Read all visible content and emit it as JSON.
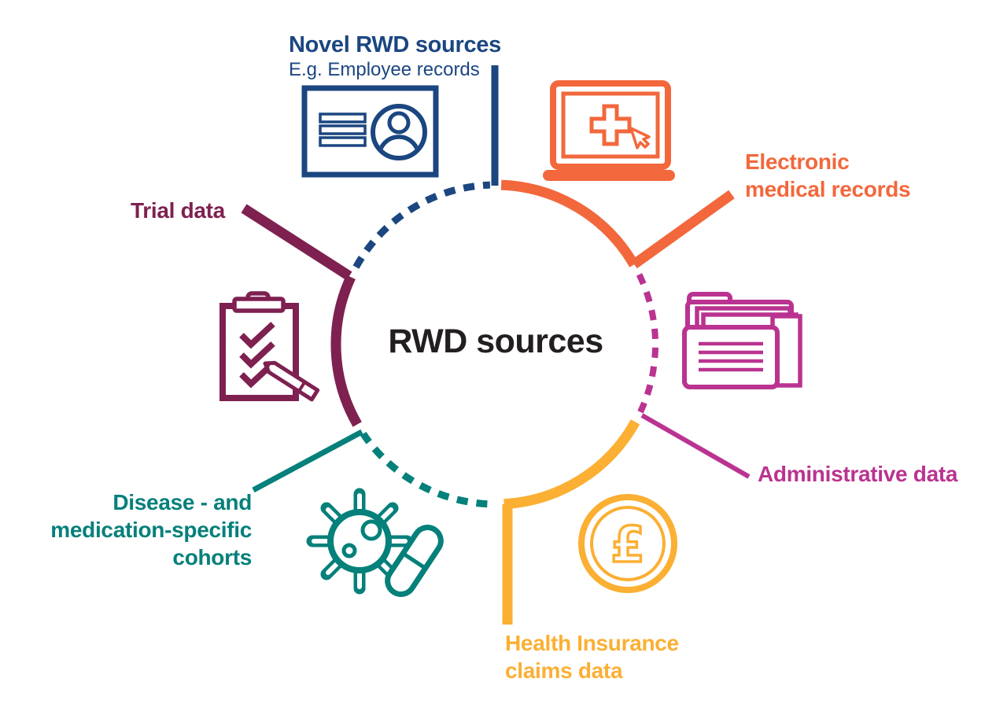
{
  "center": {
    "label": "RWD sources"
  },
  "colors": {
    "navy": "#1B4680",
    "orange": "#F2683C",
    "magenta": "#BA3390",
    "yellow": "#FBAF33",
    "teal": "#05807A",
    "maroon": "#7E2150",
    "ink": "#231F20",
    "background": "#FFFFFF"
  },
  "sources": [
    {
      "id": "novel-rwd-sources",
      "label_lines": [
        "Novel RWD sources"
      ],
      "sublabel": "E.g. Employee records",
      "color": "#1B4680",
      "icon": "id-card-icon",
      "arc_style": "dashed",
      "position": "top"
    },
    {
      "id": "electronic-medical-records",
      "label_lines": [
        "Electronic",
        "medical records"
      ],
      "color": "#F2683C",
      "icon": "laptop-medical-icon",
      "arc_style": "solid",
      "position": "top-right"
    },
    {
      "id": "administrative-data",
      "label_lines": [
        "Administrative data"
      ],
      "color": "#BA3390",
      "icon": "folder-documents-icon",
      "arc_style": "dashed",
      "position": "right"
    },
    {
      "id": "health-insurance-claims-data",
      "label_lines": [
        "Health Insurance",
        "claims data"
      ],
      "color": "#FBAF33",
      "icon": "pound-coin-icon",
      "arc_style": "solid",
      "position": "bottom"
    },
    {
      "id": "disease-and-medication-specific-cohorts",
      "label_lines": [
        "Disease - and",
        "medication-specific",
        "cohorts"
      ],
      "color": "#05807A",
      "icon": "virus-pill-icon",
      "arc_style": "dashed",
      "position": "bottom-left"
    },
    {
      "id": "trial-data",
      "label_lines": [
        "Trial data"
      ],
      "color": "#7E2150",
      "icon": "clipboard-checklist-icon",
      "arc_style": "solid",
      "position": "left"
    }
  ],
  "coin_symbol": "£"
}
